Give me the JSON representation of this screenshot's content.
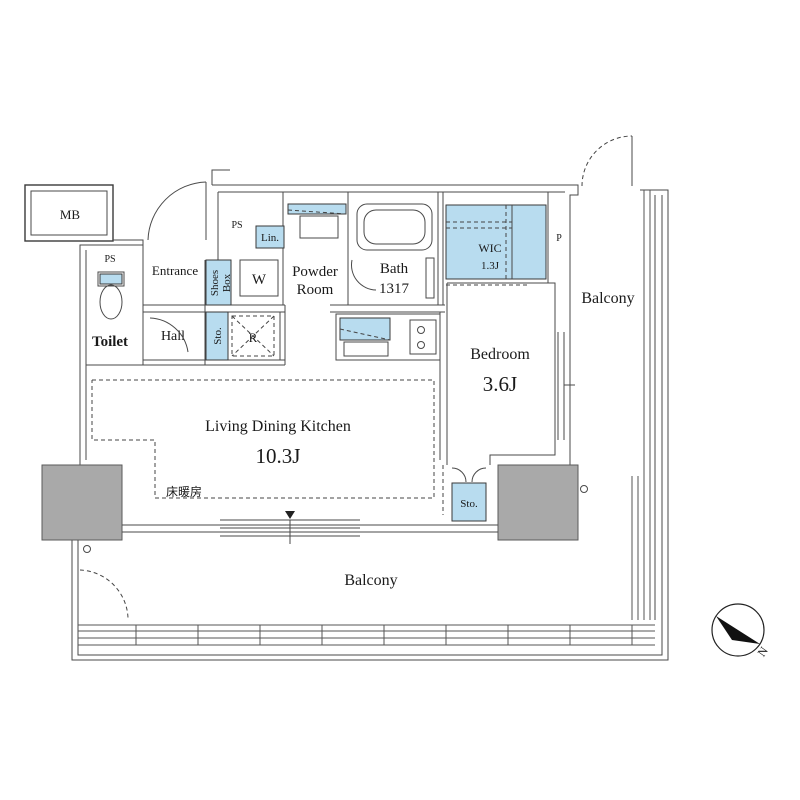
{
  "rooms": {
    "mb": "MB",
    "ps_left": "PS",
    "ps_top": "PS",
    "p": "P",
    "entrance": "Entrance",
    "shoes_box_1": "Shoes",
    "shoes_box_2": "Box",
    "toilet": "Toilet",
    "hall": "Hall",
    "sto_hall": "Sto.",
    "r": "R",
    "lin": "Lin.",
    "w": "W",
    "powder_room_1": "Powder",
    "powder_room_2": "Room",
    "bath": "Bath",
    "bath_size": "1317",
    "wic": "WIC",
    "wic_size": "1.3J",
    "bedroom": "Bedroom",
    "bedroom_size": "3.6J",
    "ldk": "Living Dining Kitchen",
    "ldk_size": "10.3J",
    "floor_heating": "床暖房",
    "sto_bedroom": "Sto.",
    "balcony_right": "Balcony",
    "balcony_bottom": "Balcony"
  },
  "compass": {
    "label": "N"
  },
  "colors": {
    "storage_fill": "#b8dcef",
    "column_fill": "#a9a9a9"
  }
}
